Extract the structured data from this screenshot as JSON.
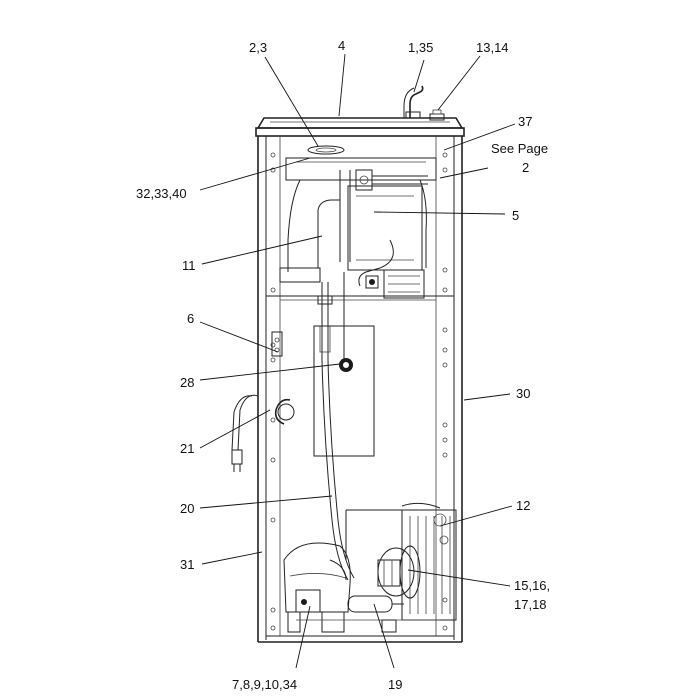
{
  "callouts": [
    {
      "id": "c-2-3",
      "text": "2,3"
    },
    {
      "id": "c-4",
      "text": "4"
    },
    {
      "id": "c-1-35",
      "text": "1,35"
    },
    {
      "id": "c-13-14",
      "text": "13,14"
    },
    {
      "id": "c-37",
      "text": "37"
    },
    {
      "id": "c-see-page",
      "text": "See Page"
    },
    {
      "id": "c-see-page-num",
      "text": "2"
    },
    {
      "id": "c-32-33-40",
      "text": "32,33,40"
    },
    {
      "id": "c-5",
      "text": "5"
    },
    {
      "id": "c-11",
      "text": "11"
    },
    {
      "id": "c-6",
      "text": "6"
    },
    {
      "id": "c-28",
      "text": "28"
    },
    {
      "id": "c-30",
      "text": "30"
    },
    {
      "id": "c-21",
      "text": "21"
    },
    {
      "id": "c-20",
      "text": "20"
    },
    {
      "id": "c-12",
      "text": "12"
    },
    {
      "id": "c-31",
      "text": "31"
    },
    {
      "id": "c-15-16",
      "text": "15,16,"
    },
    {
      "id": "c-17-18",
      "text": "17,18"
    },
    {
      "id": "c-7-8-9-10-34",
      "text": "7,8,9,10,34"
    },
    {
      "id": "c-19",
      "text": "19"
    }
  ]
}
